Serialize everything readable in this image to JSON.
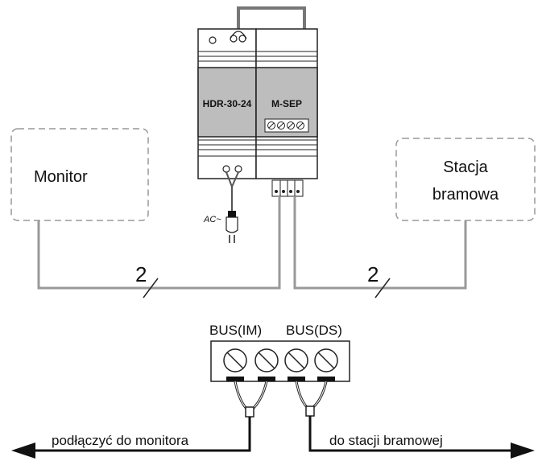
{
  "devices": {
    "power_supply": {
      "label": "HDR-30-24"
    },
    "separator": {
      "label": "M-SEP"
    },
    "ac_label": "AC~"
  },
  "boxes": {
    "monitor": {
      "label": "Monitor"
    },
    "door_station": {
      "label_line1": "Stacja",
      "label_line2": "bramowa"
    }
  },
  "wire_counts": {
    "left": "2",
    "right": "2"
  },
  "terminal_detail": {
    "bus_im": "BUS(IM)",
    "bus_ds": "BUS(DS)",
    "left_arrow_text": "podłączyć do monitora",
    "right_arrow_text": "do stacji bramowej"
  }
}
